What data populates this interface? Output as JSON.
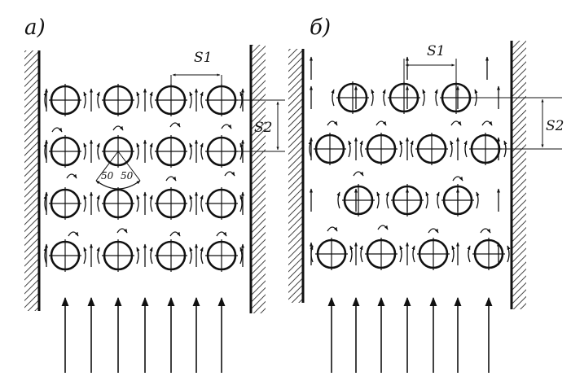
{
  "panels": [
    {
      "id": "a",
      "label": "а)",
      "pitch_transverse": "S1",
      "pitch_longitudinal": "S2",
      "angle_labels": [
        "50",
        "50"
      ],
      "arrangement": "inline"
    },
    {
      "id": "b",
      "label": "б)",
      "pitch_transverse": "S1",
      "pitch_longitudinal": "S2",
      "arrangement": "staggered"
    }
  ],
  "colors": {
    "ink": "#111111",
    "background": "#ffffff"
  }
}
